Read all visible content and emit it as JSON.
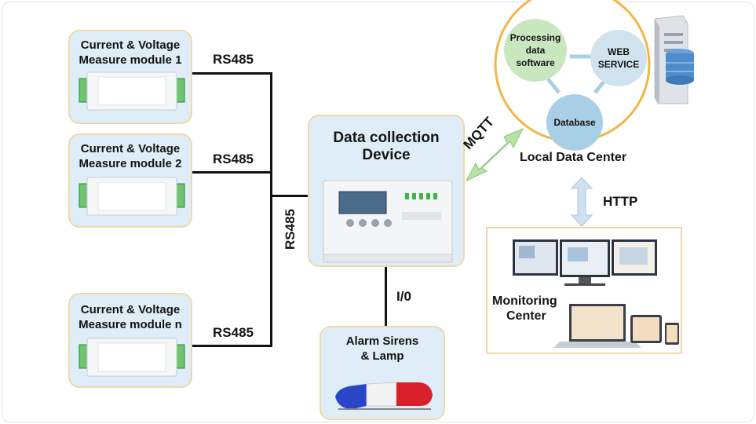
{
  "modules": [
    {
      "title_line1": "Current & Voltage",
      "title_line2": "Measure module 1",
      "link_label": "RS485"
    },
    {
      "title_line1": "Current & Voltage",
      "title_line2": "Measure module 2",
      "link_label": "RS485"
    },
    {
      "title_line1": "Current & Voltage",
      "title_line2": "Measure module n",
      "link_label": "RS485"
    }
  ],
  "bus_label": "RS485",
  "device": {
    "title_line1": "Data collection",
    "title_line2": "Device"
  },
  "io_label": "I/0",
  "alarm": {
    "title_line1": "Alarm Sirens",
    "title_line2": "& Lamp"
  },
  "mqtt_label": "MQTT",
  "data_center": {
    "processing_line1": "Processing",
    "processing_line2": "data",
    "processing_line3": "software",
    "web_line1": "WEB",
    "web_line2": "SERVICE",
    "database": "Database",
    "caption": "Local Data Center"
  },
  "http_label": "HTTP",
  "monitoring": {
    "title_line1": "Monitoring",
    "title_line2": "Center"
  }
}
